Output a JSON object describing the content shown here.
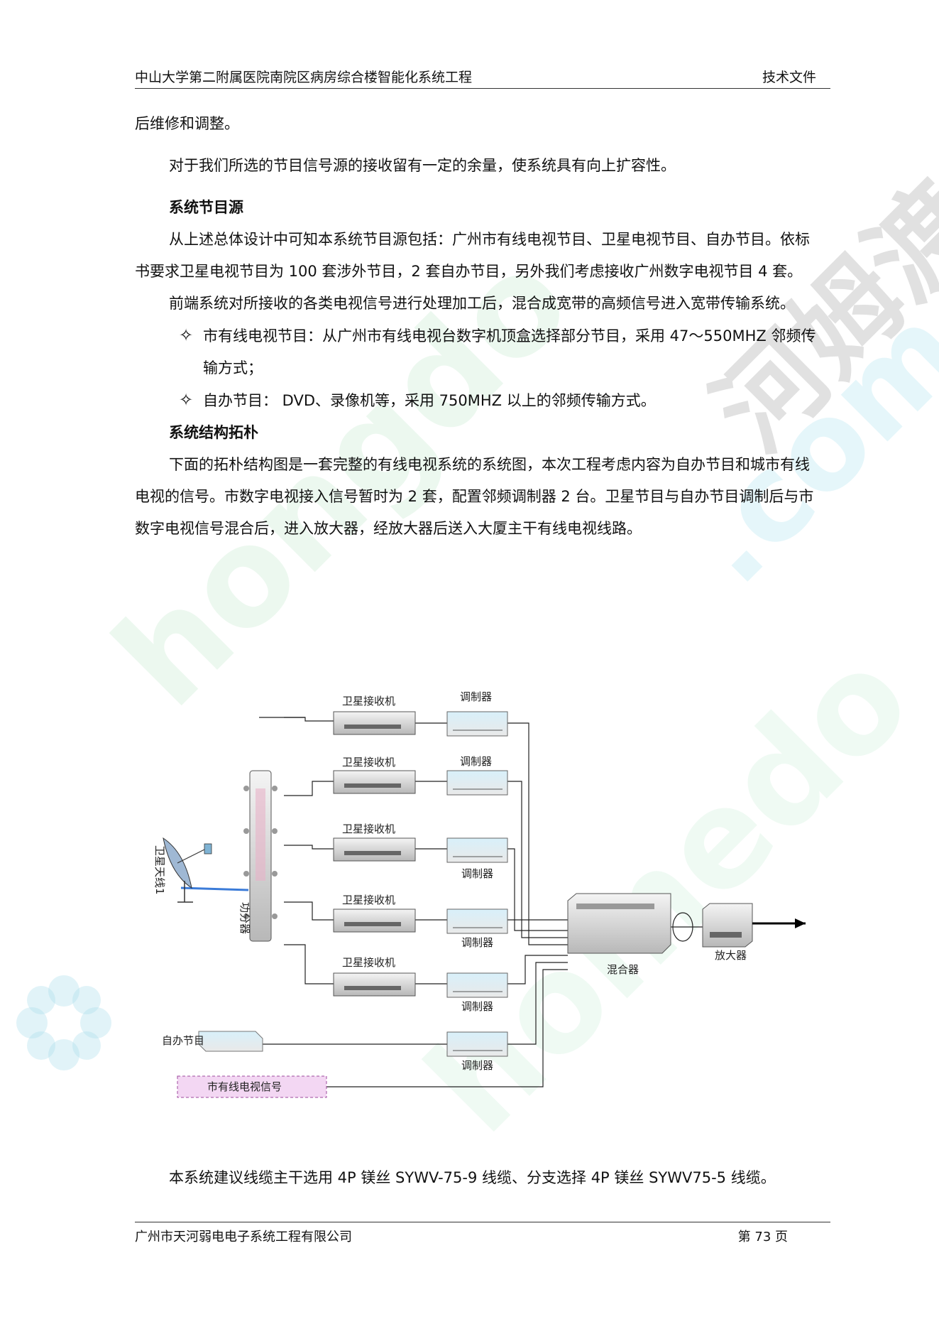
{
  "header": {
    "left": "中山大学第二附属医院南院区病房综合楼智能化系统工程",
    "right": "技术文件"
  },
  "paragraphs": {
    "p1": "后维修和调整。",
    "p2": "对于我们所选的节目信号源的接收留有一定的余量，使系统具有向上扩容性。",
    "h1": "系统节目源",
    "p3": "从上述总体设计中可知本系统节目源包括：广州市有线电视节目、卫星电视节目、自办节目。依标书要求卫星电视节目为 100 套涉外节目，2 套自办节目，另外我们考虑接收广州数字电视节目 4 套。",
    "p4": "前端系统对所接收的各类电视信号进行处理加工后，混合成宽带的高频信号进入宽带传输系统。",
    "b1": "市有线电视节目：从广州市有线电视台数字机顶盒选择部分节目，采用 47～550MHZ 邻频传输方式；",
    "b2": "自办节目： DVD、录像机等，采用 750MHZ 以上的邻频传输方式。",
    "h2": "系统结构拓朴",
    "p5": "下面的拓朴结构图是一套完整的有线电视系统的系统图，本次工程考虑内容为自办节目和城市有线电视的信号。市数字电视接入信号暂时为 2 套，配置邻频调制器 2 台。卫星节目与自办节目调制后与市数字电视信号混合后，进入放大器，经放大器后送入大厦主干有线电视线路。",
    "p6": "本系统建议线缆主干选用 4P 镁丝 SYWV-75-9 线缆、分支选择 4P 镁丝 SYWV75-5 线缆。"
  },
  "bullet_symbol": "✧",
  "diagram": {
    "antenna_label": "卫星天线1",
    "splitter_label": "功分器",
    "receiver_labels": [
      "卫星接收机",
      "卫星接收机",
      "卫星接收机",
      "卫星接收机",
      "卫星接收机"
    ],
    "modulator_labels": [
      "调制器",
      "调制器",
      "调制器",
      "调制器",
      "调制器",
      "调制器"
    ],
    "self_program_label": "自办节目",
    "city_signal_label": "市有线电视信号",
    "mixer_label": "混合器",
    "amplifier_label": "放大器"
  },
  "footer": {
    "left": "广州市天河弱电电子系统工程有限公司",
    "right": "第 73 页"
  },
  "colors": {
    "city_box_fill": "#f3d7f3",
    "city_box_border": "#9c4a9c",
    "feed_line": "#3b7bd8"
  }
}
